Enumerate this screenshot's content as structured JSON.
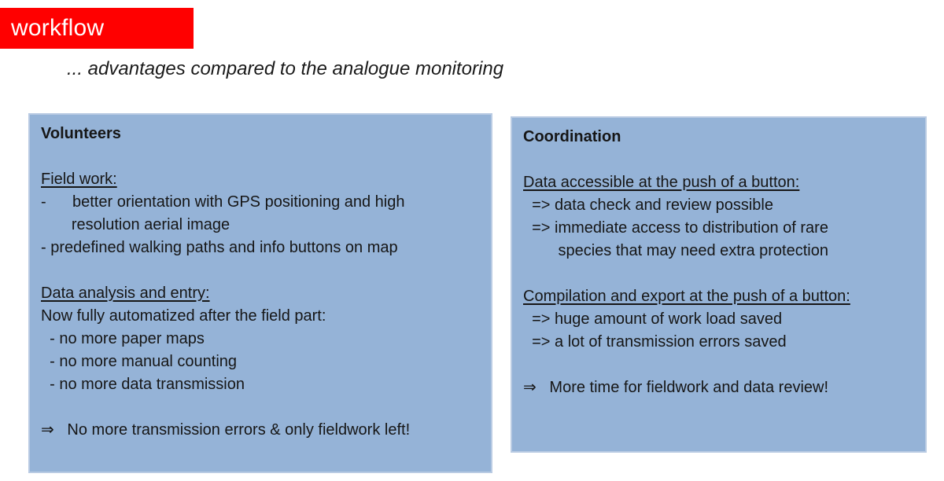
{
  "banner": {
    "label": "workflow"
  },
  "subtitle": "... advantages compared to the analogue monitoring",
  "colors": {
    "banner_bg": "#ff0000",
    "banner_text": "#ffffff",
    "box_fill": "#95b3d7",
    "box_border": "#b9cbe3",
    "text": "#161616"
  },
  "left_box": {
    "heading": "Volunteers",
    "section1_heading": "Field work:",
    "bullet1_line1": "-      better orientation with GPS positioning and high",
    "bullet1_line2": "       resolution aerial image",
    "bullet2": "- predefined walking paths and info buttons on map",
    "section2_heading": "Data analysis and entry:",
    "section2_intro": "Now fully automatized after the field part:",
    "sub_bullet1": "  - no more paper maps",
    "sub_bullet2": "  - no more manual counting",
    "sub_bullet3": "  - no more data transmission",
    "conclusion": "⇒   No more transmission errors & only fieldwork left!"
  },
  "right_box": {
    "heading": "Coordination",
    "section1_heading": "Data accessible at the push of a button:",
    "point1": "  => data check and review possible",
    "point2_line1": "  => immediate access to distribution of rare",
    "point2_line2": "        species that may need extra protection",
    "section2_heading": "Compilation and export at the push of a button:",
    "point3": "  => huge amount of work load saved",
    "point4": "  => a lot of transmission errors saved",
    "conclusion": "⇒   More time for fieldwork and data review!"
  }
}
